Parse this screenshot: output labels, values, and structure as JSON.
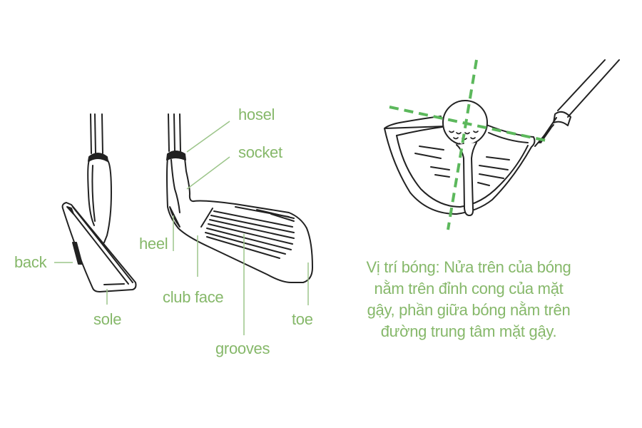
{
  "diagram": {
    "colors": {
      "label": "#86b86a",
      "leader_line": "#9cc58a",
      "guide_dash": "#5cb85c",
      "stroke": "#222222"
    },
    "iron_side_view": {
      "labels": {
        "back": "back",
        "sole": "sole"
      }
    },
    "iron_front_view": {
      "labels": {
        "hosel": "hosel",
        "socket": "socket",
        "heel": "heel",
        "club_face": "club face",
        "grooves": "grooves",
        "toe": "toe"
      }
    },
    "driver_view": {
      "caption_lines": [
        "Vị trí bóng: Nửa trên của bóng",
        "nằm trên đỉnh cong của mặt",
        "gậy, phần giữa bóng nằm trên",
        "đường trung tâm mặt gậy."
      ]
    }
  }
}
